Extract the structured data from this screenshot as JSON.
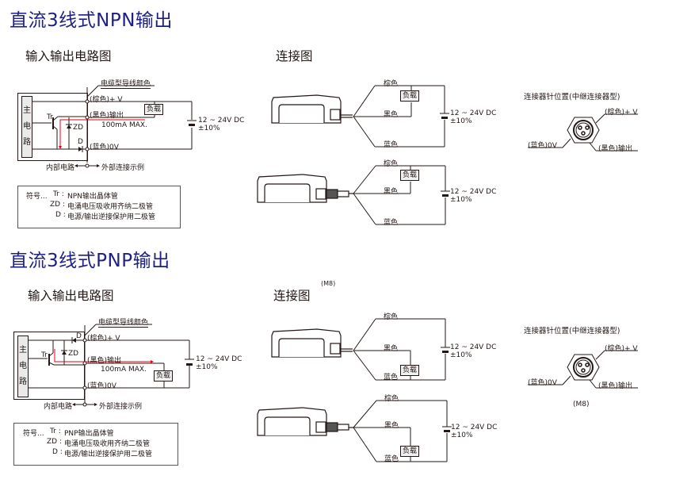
{
  "npn": {
    "title": "直流3线式NPN输出",
    "circuit": {
      "heading": "输入输出电路图",
      "cable_color_label": "电缆型导线颜色",
      "main_circuit": [
        "主",
        "电",
        "路"
      ],
      "tr_label": "Tr",
      "zd_label": "ZD",
      "d_label": "D",
      "wire_brown": "(棕色)+ V",
      "wire_black": "(黑色)输出",
      "wire_blue": "(蓝色)0V",
      "current": "100mA MAX.",
      "load": "负载",
      "supply_line1": "12 ~ 24V DC",
      "supply_line2": "±10%",
      "internal": "内部电路",
      "external": "外部连接示例"
    },
    "legend": {
      "prefix": "符号...",
      "items": [
        {
          "sym": "Tr :",
          "desc": "NPN输出晶体管"
        },
        {
          "sym": "ZD :",
          "desc": "电涌电压吸收用齐纳二极管"
        },
        {
          "sym": "D :",
          "desc": "电源/输出逆接保护用二极管"
        }
      ]
    },
    "connection": {
      "heading": "连接图",
      "brown": "棕色",
      "black": "黑色",
      "blue": "蓝色",
      "load": "负载",
      "supply_line1": "12 ~ 24V DC",
      "supply_line2": "±10%"
    },
    "connector": {
      "heading": "连接器针位置(中继连接器型)",
      "brown": "(棕色)+ V",
      "blue": "(蓝色)0V",
      "black": "(黑色)输出"
    }
  },
  "pnp": {
    "title": "直流3线式PNP输出",
    "circuit": {
      "heading": "输入输出电路图",
      "cable_color_label": "电缆型导线颜色",
      "main_circuit": [
        "主",
        "电",
        "路"
      ],
      "tr_label": "Tr",
      "zd_label": "ZD",
      "d_label": "D",
      "wire_brown": "(棕色)+ V",
      "wire_black": "(黑色)输出",
      "wire_blue": "(蓝色)0V",
      "current": "100mA MAX.",
      "load": "负载",
      "supply_line1": "12 ~ 24V DC",
      "supply_line2": "±10%",
      "internal": "内部电路",
      "external": "外部连接示例"
    },
    "legend": {
      "prefix": "符号...",
      "items": [
        {
          "sym": "Tr :",
          "desc": "PNP输出晶体管"
        },
        {
          "sym": "ZD :",
          "desc": "电涌电压吸收用齐纳二极管"
        },
        {
          "sym": "D :",
          "desc": "电源/输出逆接保护用二极管"
        }
      ]
    },
    "connection": {
      "heading": "连接图",
      "note": "(M8)",
      "brown": "棕色",
      "black": "黑色",
      "blue": "蓝色",
      "load": "负载",
      "supply_line1": "12 ~ 24V DC",
      "supply_line2": "±10%"
    },
    "connector": {
      "heading": "连接器针位置(中继连接器型)",
      "brown": "(棕色)+ V",
      "blue": "(蓝色)0V",
      "black": "(黑色)输出",
      "note": "(M8)"
    }
  },
  "colors": {
    "title": "#1d2087",
    "current_path": "#e60012",
    "line": "#231815"
  }
}
